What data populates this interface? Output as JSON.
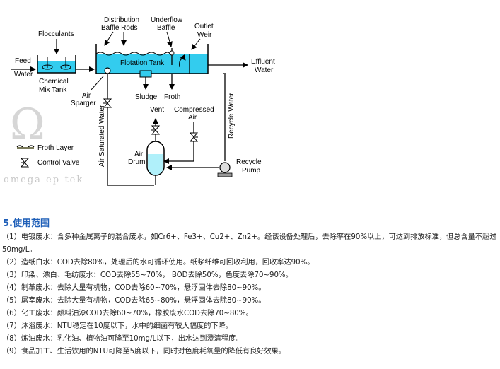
{
  "diagram": {
    "labels": {
      "feed_water": [
        "Feed",
        "Water"
      ],
      "flocculants": "Flocculants",
      "chemical_mix_tank": [
        "Chemical",
        "Mix Tank"
      ],
      "distribution_baffle_rods": [
        "Distribution",
        "Baffle Rods"
      ],
      "underflow_baffle": [
        "Underflow",
        "Baffle"
      ],
      "outlet_weir": [
        "Outlet",
        "Weir"
      ],
      "effluent_water": [
        "Effluent",
        "Water"
      ],
      "flotation_tank": "Flotation Tank",
      "air_sparger": [
        "Air",
        "Sparger"
      ],
      "sludge": "Sludge",
      "froth": "Froth",
      "vent": "Vent",
      "compressed_air": [
        "Compressed",
        "Air"
      ],
      "recycle_water": "Recycle Water",
      "air_saturated_water": "Air Saturated Water",
      "air_drum": [
        "Air",
        "Drum"
      ],
      "recycle_pump": [
        "Recycle",
        "Pump"
      ],
      "legend_froth_layer": "Froth Layer",
      "legend_control_valve": "Control Valve"
    },
    "watermark": "omega ep-tek",
    "logo_glyph": "Ω",
    "colors": {
      "water": "#33ccee",
      "line": "#000000",
      "drum": "#b0f0fa"
    }
  },
  "section_title": "5.使用范围",
  "items": [
    "（1）电镀废水：含多种金属离子的混合废水，如Cr6+、Fe3+、Cu2+、Zn2+。经该设备处理后，去除率在90%以上，可达到排放标准，但总含量不超过50mg/L。",
    "（2）造纸白水：COD去除80%，处理后的水可循环使用。纸浆纤维可回收利用，回收率达90%。",
    "（3）印染、漂白、毛纺废水：COD去除55~70%， BOD去除50%，色度去除70~90%。",
    "（4）制革废水：去除大量有机物，COD去除60~70%，悬浮固体去除80~90%。",
    "（5）屠宰废水：去除大量有机物，COD去除65~80%，悬浮固体去除80~90%。",
    "（6）化工废水：颜料油漆COD去除60~70%，橡胶废水COD去除70~80%。",
    "（7）沐浴废水：NTU稳定在10度以下，水中的细菌有较大幅度的下降。",
    "（8）炼油废水：乳化油、植物油可降至10mg/L以下，出水达到澄清程度。",
    "（9）食品加工、生活饮用的NTU可降至5度以下，同时对色度耗氧量的降低有良好效果。"
  ]
}
